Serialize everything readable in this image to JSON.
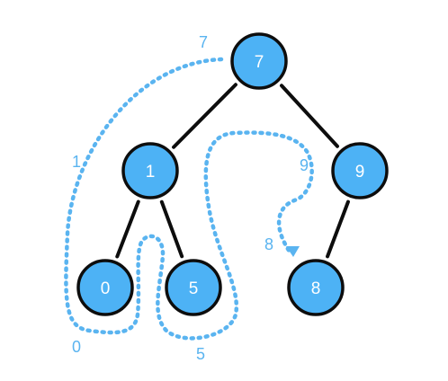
{
  "colors": {
    "node_fill": "#4db2f5",
    "node_stroke": "#0d0d0d",
    "edge": "#0d0d0d",
    "path": "#5ab4f0",
    "label": "#5ab4f0"
  },
  "nodes": [
    {
      "id": "n7",
      "value": "7"
    },
    {
      "id": "n1",
      "value": "1"
    },
    {
      "id": "n9",
      "value": "9"
    },
    {
      "id": "n0",
      "value": "0"
    },
    {
      "id": "n5",
      "value": "5"
    },
    {
      "id": "n8",
      "value": "8"
    }
  ],
  "edges": [
    {
      "from": "n7",
      "to": "n1"
    },
    {
      "from": "n7",
      "to": "n9"
    },
    {
      "from": "n1",
      "to": "n0"
    },
    {
      "from": "n1",
      "to": "n5"
    },
    {
      "from": "n9",
      "to": "n8"
    }
  ],
  "traversal_labels": [
    "7",
    "1",
    "0",
    "5",
    "9",
    "8"
  ]
}
